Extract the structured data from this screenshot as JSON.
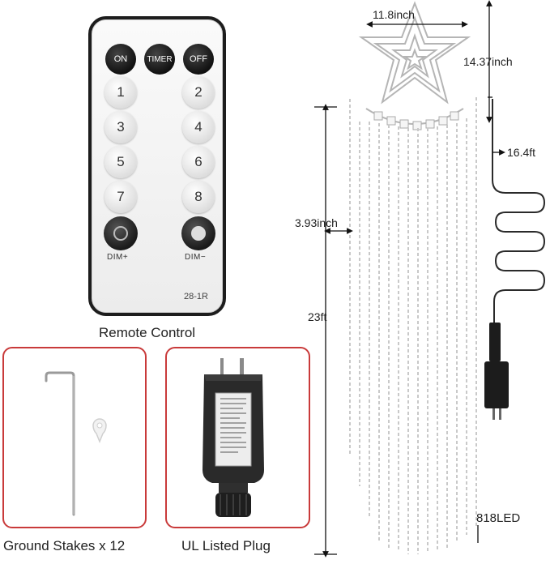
{
  "remote": {
    "caption": "Remote Control",
    "buttons": {
      "on": "ON",
      "timer": "TIMER",
      "off": "OFF"
    },
    "numbers": [
      "1",
      "2",
      "3",
      "4",
      "5",
      "6",
      "7",
      "8"
    ],
    "dim_plus": "DIM+",
    "dim_minus": "DIM−",
    "model": "28-1R"
  },
  "accessories": {
    "stakes_caption": "Ground Stakes x 12",
    "plug_caption": "UL Listed Plug",
    "accent_color": "#c93a3a"
  },
  "dimensions": {
    "star_width": "11.8inch",
    "star_height": "14.37inch",
    "lead_wire": "16.4ft",
    "strand_spacing": "3.93inch",
    "length": "23ft",
    "led_count": "818LED"
  }
}
